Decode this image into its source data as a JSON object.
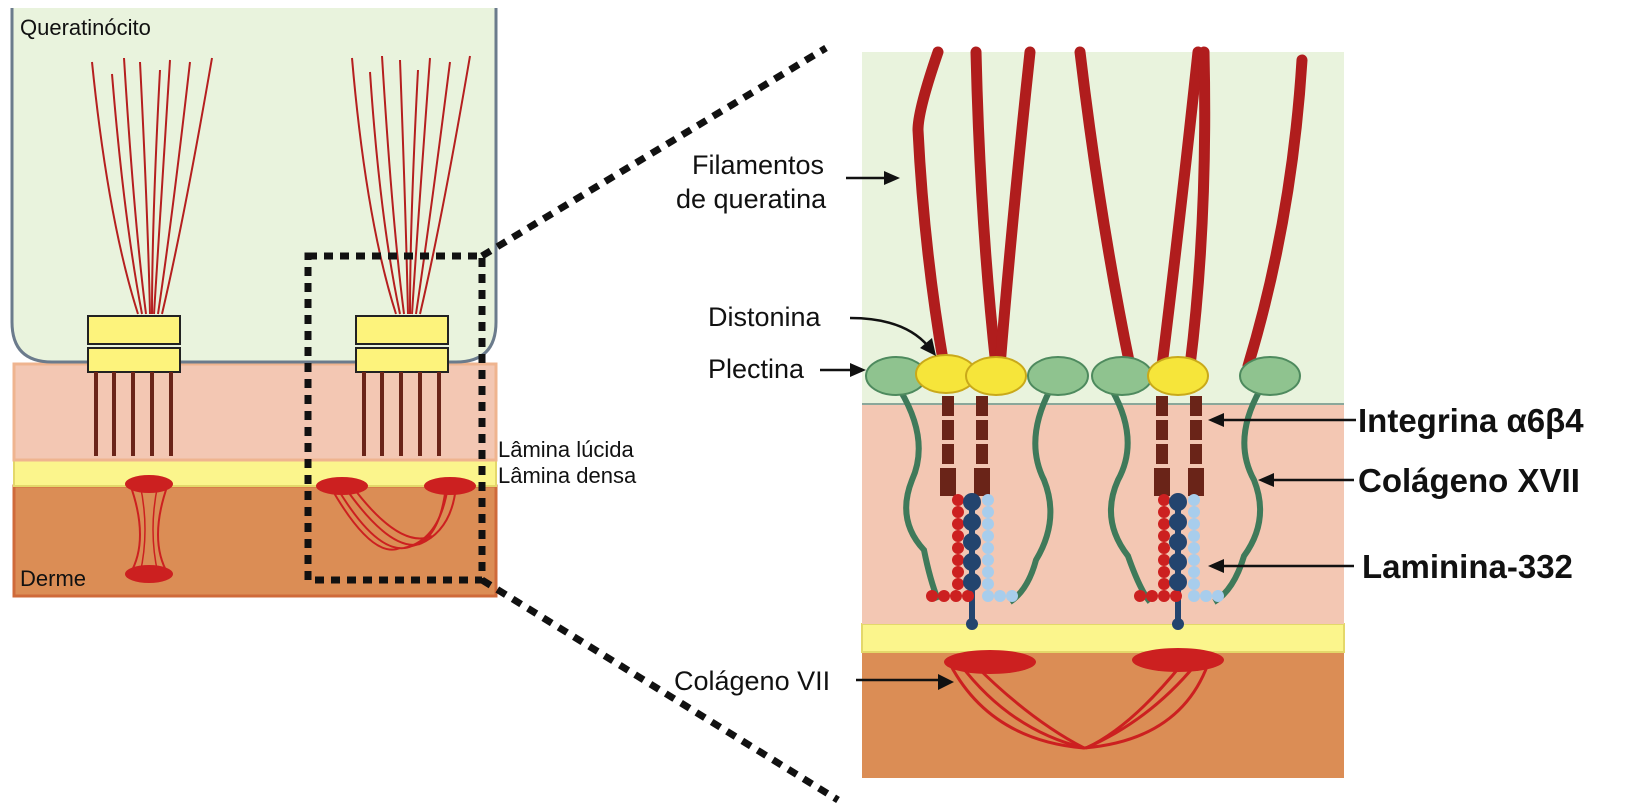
{
  "overview": {
    "cell_label": "Queratinócito",
    "dermis_label": "Derme",
    "lucida_label": "Lâmina lúcida",
    "densa_label": "Lâmina densa"
  },
  "detail": {
    "keratin_label_line1": "Filamentos",
    "keratin_label_line2": "de queratina",
    "dystonin_label": "Distonina",
    "plectin_label": "Plectina",
    "integrin_label": "Integrina α6β4",
    "collagen17_label": "Colágeno XVII",
    "laminin_label": "Laminina-332",
    "collagen7_label": "Colágeno VII"
  },
  "colors": {
    "cell": "#e9f3dd",
    "cell_border": "#6b7b8c",
    "lucida_band": "#f3c7b3",
    "densa_band": "#fbf58c",
    "dermis": "#db8d55",
    "keratin": "#b51f1f",
    "plaque": "#fdf37c",
    "plectin": "#8fc38f",
    "dystonin": "#f6e53a",
    "integrin": "#6a2418",
    "collagen17": "#3f7a5a",
    "laminin_dark": "#23446e",
    "laminin_red": "#cc2020",
    "laminin_light": "#a8cdec",
    "collagen7": "#cc2020"
  }
}
